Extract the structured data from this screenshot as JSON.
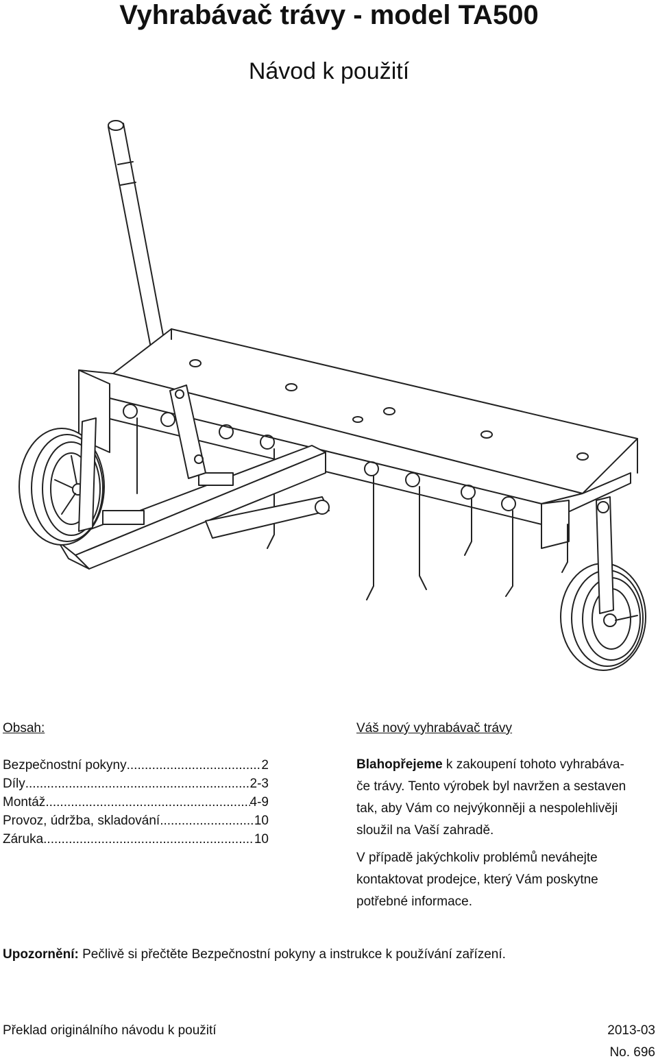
{
  "header": {
    "title": "Vyhrabávač trávy - model TA500",
    "subtitle": "Návod k použití"
  },
  "illustration": {
    "icon": "lawn-dethatcher-drawing"
  },
  "toc": {
    "heading": "Obsah:",
    "items": [
      {
        "label": "Bezpečnostní pokyny",
        "page": "2"
      },
      {
        "label": "Díly",
        "page": "2-3"
      },
      {
        "label": "Montáž",
        "page": "4-9"
      },
      {
        "label": "Provoz, údržba, skladování",
        "page": "10"
      },
      {
        "label": "Záruka",
        "page": "10"
      }
    ]
  },
  "intro": {
    "heading": "Váš nový vyhrabávač trávy",
    "p1_bold": "Blahopřejeme",
    "p1_line1": " k zakoupení tohoto vyhrabáva-",
    "p1_line2": "če trávy. Tento výrobek byl navržen a sestaven",
    "p1_line3": "tak, aby Vám co nejvýkonněji a nespolehlivěji",
    "p1_line4": "sloužil na Vaší zahradě.",
    "p2_line1": "V případě jakýchkoliv problémů neváhejte",
    "p2_line2": "kontaktovat prodejce, který Vám poskytne",
    "p2_line3": "potřebné informace."
  },
  "warning": {
    "label": "Upozornění:",
    "text": " Pečlivě si přečtěte Bezpečnostní pokyny a instrukce k používání zařízení."
  },
  "footer": {
    "translation_note": "Překlad originálního návodu k použití",
    "date": "2013-03",
    "number": "No. 696"
  }
}
